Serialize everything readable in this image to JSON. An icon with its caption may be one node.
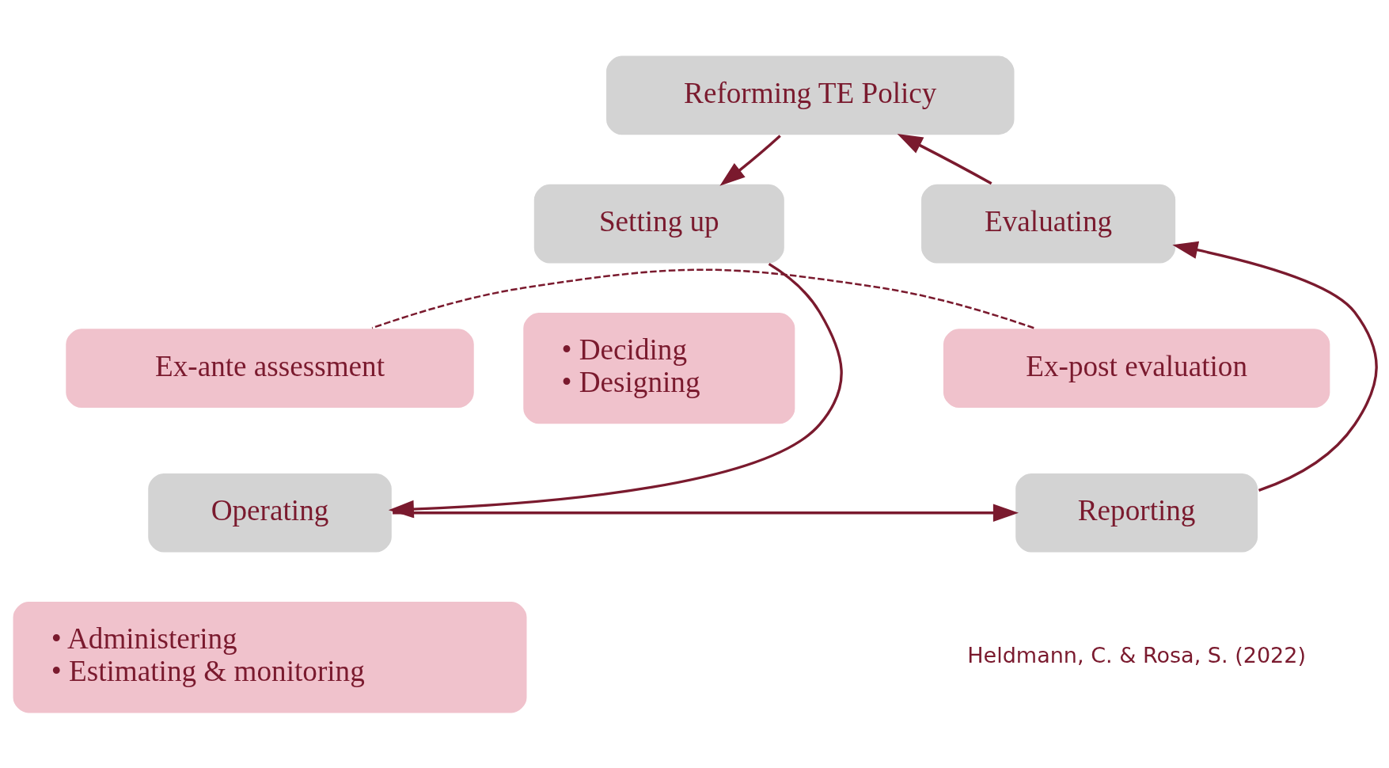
{
  "diagram": {
    "nodes": [
      {
        "text": [
          "Reforming TE Policy"
        ]
      },
      {
        "text": [
          "Setting up"
        ]
      },
      {
        "text": [
          "Evaluating"
        ]
      },
      {
        "text": [
          "Ex-post evaluation"
        ]
      },
      {
        "text": [
          "Ex-ante assessment"
        ]
      },
      {
        "text": [
          "• Deciding",
          "• Designing"
        ]
      },
      {
        "text": [
          "Reporting"
        ]
      },
      {
        "text": [
          "Operating"
        ]
      },
      {
        "text": [
          "• Administering",
          "• Estimating & monitoring"
        ]
      }
    ],
    "edges": [
      {
        "from": 0,
        "to": 1,
        "arrow": "to"
      },
      {
        "from": 1,
        "to": 7,
        "arrow": "to"
      },
      {
        "from": 7,
        "to": 6,
        "arrow": "to"
      },
      {
        "from": 6,
        "to": 2,
        "arrow": "to"
      },
      {
        "from": 2,
        "to": 0,
        "arrow": "to"
      },
      {
        "from": 3,
        "to": 4,
        "arrow": "none",
        "style": "dashed"
      }
    ],
    "labels": [
      "Heldmann, C. & Rosa, S. (2022)"
    ]
  }
}
